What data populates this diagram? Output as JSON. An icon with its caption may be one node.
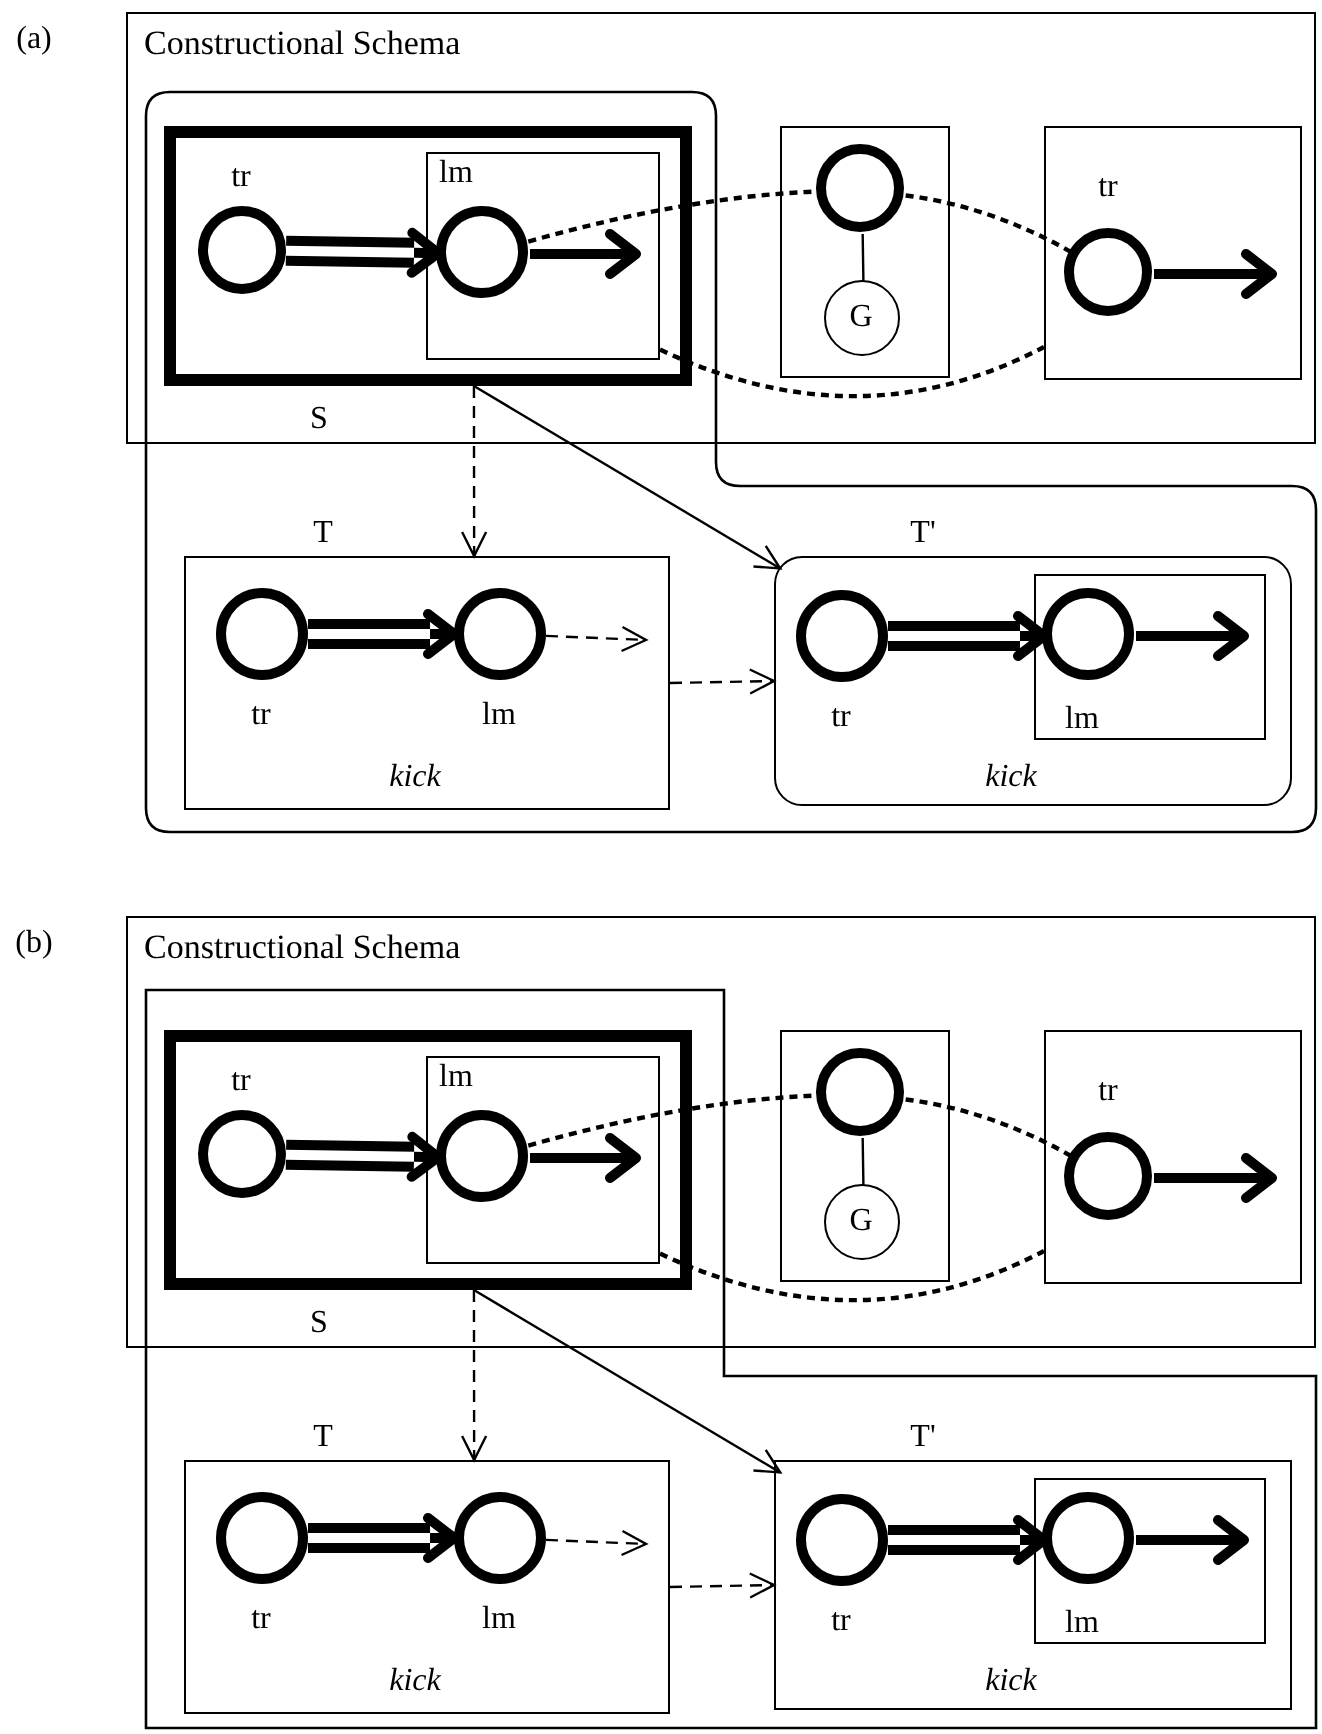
{
  "diagram": {
    "nodes": [
      {
        "text": [
          "Constructional Schema"
        ]
      },
      {
        "text": [
          "S"
        ],
        "in": 0
      },
      {
        "text": [
          "tr"
        ],
        "in": 1
      },
      {
        "text": [
          "lm"
        ],
        "in": 1
      },
      {
        "text": [],
        "shape": "circle",
        "in": 3
      },
      {
        "text": [],
        "shape": "box",
        "in": 0
      },
      {
        "text": [],
        "shape": "circle",
        "in": 5
      },
      {
        "text": [
          "G"
        ],
        "in": 5
      },
      {
        "text": [],
        "shape": "box",
        "in": 0
      },
      {
        "text": [
          "tr"
        ],
        "in": 8
      },
      {
        "text": [
          "T",
          "kick"
        ]
      },
      {
        "text": [
          "tr"
        ],
        "in": 10
      },
      {
        "text": [
          "lm"
        ],
        "in": 10
      },
      {
        "text": [
          "T'",
          "kick"
        ]
      },
      {
        "text": [
          "tr"
        ],
        "in": 13
      },
      {
        "text": [
          "lm"
        ],
        "in": 13
      },
      {
        "text": [],
        "shape": "circle",
        "in": 15
      },
      {
        "text": [
          "Constructional Schema"
        ]
      },
      {
        "text": [
          "S"
        ],
        "in": 17
      },
      {
        "text": [
          "tr"
        ],
        "in": 18
      },
      {
        "text": [
          "lm"
        ],
        "in": 18
      },
      {
        "text": [],
        "shape": "circle",
        "in": 20
      },
      {
        "text": [],
        "shape": "box",
        "in": 17
      },
      {
        "text": [],
        "shape": "circle",
        "in": 22
      },
      {
        "text": [
          "G"
        ],
        "in": 22
      },
      {
        "text": [],
        "shape": "box",
        "in": 17
      },
      {
        "text": [
          "tr"
        ],
        "in": 25
      },
      {
        "text": [
          "T",
          "kick"
        ]
      },
      {
        "text": [
          "tr"
        ],
        "in": 27
      },
      {
        "text": [
          "lm"
        ],
        "in": 27
      },
      {
        "text": [
          "T'",
          "kick"
        ]
      },
      {
        "text": [
          "tr"
        ],
        "in": 30
      },
      {
        "text": [
          "lm"
        ],
        "in": 30
      },
      {
        "text": [],
        "shape": "circle",
        "in": 32
      }
    ],
    "edges": [
      {
        "from": 2,
        "to": 4,
        "arrow": "to",
        "style": "thick"
      },
      {
        "from": 4,
        "to": null,
        "arrow": "to",
        "style": "thick"
      },
      {
        "from": 4,
        "to": 6,
        "arrow": "none",
        "style": "dashed"
      },
      {
        "from": 6,
        "to": 9,
        "arrow": "none",
        "style": "dashed"
      },
      {
        "from": 3,
        "to": 8,
        "arrow": "none",
        "style": "dashed"
      },
      {
        "from": 6,
        "to": 7,
        "arrow": "none"
      },
      {
        "from": 9,
        "to": null,
        "arrow": "to",
        "style": "thick"
      },
      {
        "from": 1,
        "to": 10,
        "arrow": "to",
        "style": "dashed"
      },
      {
        "from": 1,
        "to": 13,
        "arrow": "to"
      },
      {
        "from": 10,
        "to": 13,
        "arrow": "to",
        "style": "dashed"
      },
      {
        "from": 11,
        "to": 12,
        "arrow": "to",
        "style": "thick"
      },
      {
        "from": 12,
        "to": null,
        "arrow": "to",
        "style": "dashed"
      },
      {
        "from": 14,
        "to": 16,
        "arrow": "to",
        "style": "thick"
      },
      {
        "from": 16,
        "to": null,
        "arrow": "to",
        "style": "thick"
      },
      {
        "from": 19,
        "to": 21,
        "arrow": "to",
        "style": "thick"
      },
      {
        "from": 21,
        "to": null,
        "arrow": "to",
        "style": "thick"
      },
      {
        "from": 21,
        "to": 23,
        "arrow": "none",
        "style": "dashed"
      },
      {
        "from": 23,
        "to": 26,
        "arrow": "none",
        "style": "dashed"
      },
      {
        "from": 20,
        "to": 25,
        "arrow": "none",
        "style": "dashed"
      },
      {
        "from": 23,
        "to": 24,
        "arrow": "none"
      },
      {
        "from": 26,
        "to": null,
        "arrow": "to",
        "style": "thick"
      },
      {
        "from": 18,
        "to": 27,
        "arrow": "to",
        "style": "dashed"
      },
      {
        "from": 18,
        "to": 30,
        "arrow": "to"
      },
      {
        "from": 27,
        "to": 30,
        "arrow": "to",
        "style": "dashed"
      },
      {
        "from": 28,
        "to": 29,
        "arrow": "to",
        "style": "thick"
      },
      {
        "from": 29,
        "to": null,
        "arrow": "to",
        "style": "dashed"
      },
      {
        "from": 31,
        "to": 33,
        "arrow": "to",
        "style": "thick"
      },
      {
        "from": 33,
        "to": null,
        "arrow": "to",
        "style": "thick"
      }
    ],
    "labels": [
      "(a)",
      "(b)"
    ]
  }
}
